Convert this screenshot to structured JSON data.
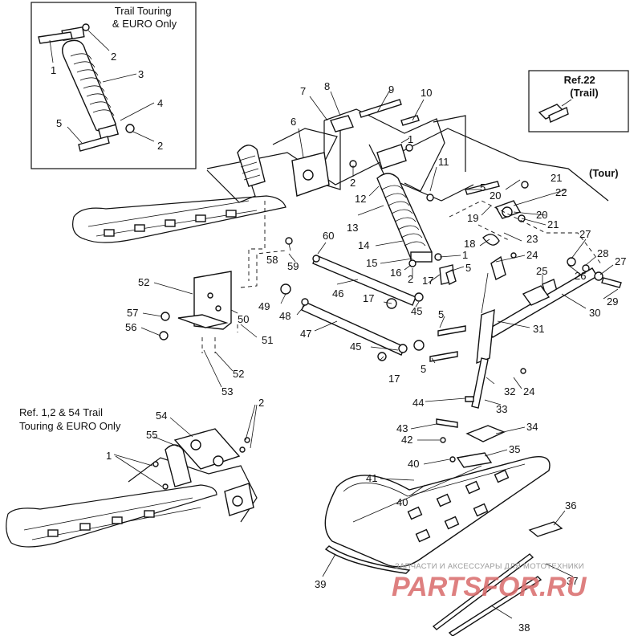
{
  "insets": {
    "trail_touring": "Trail Touring\n& EURO Only",
    "ref22": "Ref.22\n(Trail)",
    "tour": "(Tour)",
    "ref_1_2_54": "Ref. 1,2 & 54 Trail\nTouring & EURO Only"
  },
  "callouts": [
    {
      "id": "c1a",
      "text": "1"
    },
    {
      "id": "c2a",
      "text": "2"
    },
    {
      "id": "c3",
      "text": "3"
    },
    {
      "id": "c4",
      "text": "4"
    },
    {
      "id": "c5a",
      "text": "5"
    },
    {
      "id": "c2b",
      "text": "2"
    },
    {
      "id": "c7",
      "text": "7"
    },
    {
      "id": "c8",
      "text": "8"
    },
    {
      "id": "c9",
      "text": "9"
    },
    {
      "id": "c10",
      "text": "10"
    },
    {
      "id": "c6",
      "text": "6"
    },
    {
      "id": "c1b",
      "text": "1"
    },
    {
      "id": "c11",
      "text": "11"
    },
    {
      "id": "c2c",
      "text": "2"
    },
    {
      "id": "c12",
      "text": "12"
    },
    {
      "id": "c13",
      "text": "13"
    },
    {
      "id": "c21a",
      "text": "21"
    },
    {
      "id": "c22",
      "text": "22"
    },
    {
      "id": "c5b",
      "text": "5"
    },
    {
      "id": "c20a",
      "text": "20"
    },
    {
      "id": "c20b",
      "text": "20"
    },
    {
      "id": "c19",
      "text": "19"
    },
    {
      "id": "c21b",
      "text": "21"
    },
    {
      "id": "c14",
      "text": "14"
    },
    {
      "id": "c18",
      "text": "18"
    },
    {
      "id": "c23",
      "text": "23"
    },
    {
      "id": "c1c",
      "text": "1"
    },
    {
      "id": "c15",
      "text": "15"
    },
    {
      "id": "c24a",
      "text": "24"
    },
    {
      "id": "c16",
      "text": "16"
    },
    {
      "id": "c5c",
      "text": "5"
    },
    {
      "id": "c2d",
      "text": "2"
    },
    {
      "id": "c17a",
      "text": "17"
    },
    {
      "id": "c27a",
      "text": "27"
    },
    {
      "id": "c28",
      "text": "28"
    },
    {
      "id": "c27b",
      "text": "27"
    },
    {
      "id": "c26",
      "text": "26"
    },
    {
      "id": "c25",
      "text": "25"
    },
    {
      "id": "c29",
      "text": "29"
    },
    {
      "id": "c30",
      "text": "30"
    },
    {
      "id": "c60",
      "text": "60"
    },
    {
      "id": "c58",
      "text": "58"
    },
    {
      "id": "c59",
      "text": "59"
    },
    {
      "id": "c52a",
      "text": "52"
    },
    {
      "id": "c46",
      "text": "46"
    },
    {
      "id": "c57",
      "text": "57"
    },
    {
      "id": "c49",
      "text": "49"
    },
    {
      "id": "c50",
      "text": "50"
    },
    {
      "id": "c17b",
      "text": "17"
    },
    {
      "id": "c45a",
      "text": "45"
    },
    {
      "id": "c56",
      "text": "56"
    },
    {
      "id": "c48",
      "text": "48"
    },
    {
      "id": "c51",
      "text": "51"
    },
    {
      "id": "c47",
      "text": "47"
    },
    {
      "id": "c5d",
      "text": "5"
    },
    {
      "id": "c31",
      "text": "31"
    },
    {
      "id": "c45b",
      "text": "45"
    },
    {
      "id": "c5e",
      "text": "5"
    },
    {
      "id": "c17c",
      "text": "17"
    },
    {
      "id": "c52b",
      "text": "52"
    },
    {
      "id": "c32",
      "text": "32"
    },
    {
      "id": "c24b",
      "text": "24"
    },
    {
      "id": "c53",
      "text": "53"
    },
    {
      "id": "c44",
      "text": "44"
    },
    {
      "id": "c33",
      "text": "33"
    },
    {
      "id": "c2e",
      "text": "2"
    },
    {
      "id": "c54",
      "text": "54"
    },
    {
      "id": "c43",
      "text": "43"
    },
    {
      "id": "c34",
      "text": "34"
    },
    {
      "id": "c55",
      "text": "55"
    },
    {
      "id": "c42",
      "text": "42"
    },
    {
      "id": "c35",
      "text": "35"
    },
    {
      "id": "c1d",
      "text": "1"
    },
    {
      "id": "c40a",
      "text": "40"
    },
    {
      "id": "c41",
      "text": "41"
    },
    {
      "id": "c40b",
      "text": "40"
    },
    {
      "id": "c36",
      "text": "36"
    },
    {
      "id": "c37",
      "text": "37"
    },
    {
      "id": "c39",
      "text": "39"
    },
    {
      "id": "c38",
      "text": "38"
    }
  ],
  "watermark": {
    "line1": "ЗАПЧАСТИ И АКСЕССУАРЫ ДЛЯ МОТОТЕХНИКИ",
    "line2": "PARTSFOR.RU"
  }
}
